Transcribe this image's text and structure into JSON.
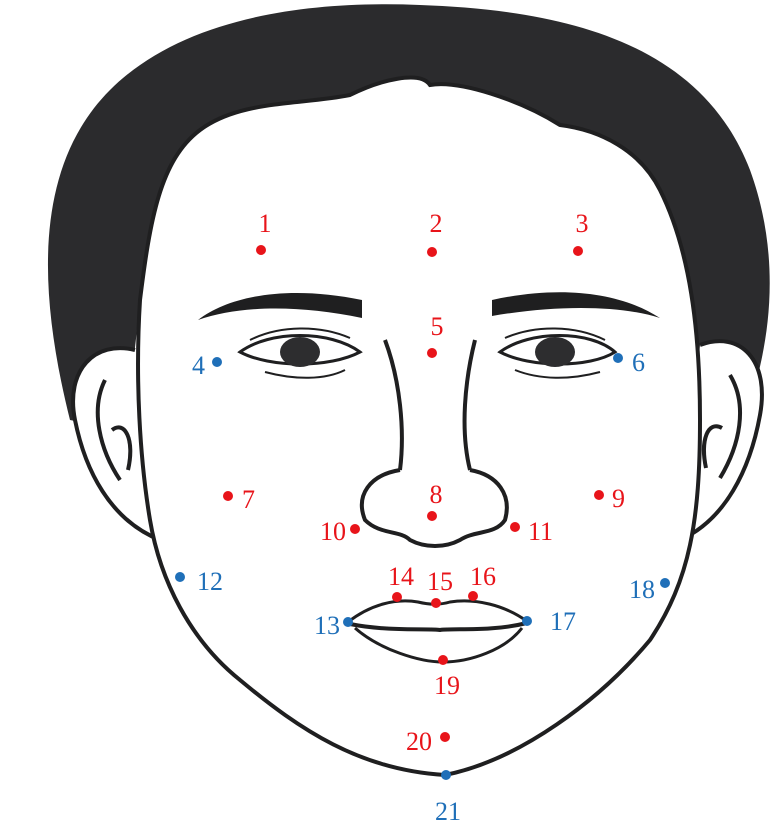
{
  "figure": {
    "subject": "face-landmarks",
    "colors": {
      "hair": "#2b2b2d",
      "skin": "#ffffff",
      "outline": "#1f1f20",
      "eye": "#2d2d2f",
      "red_landmark": "#e8141a",
      "blue_landmark": "#1f6fb8"
    }
  },
  "landmarks": [
    {
      "id": "1",
      "label": "1",
      "color": "red"
    },
    {
      "id": "2",
      "label": "2",
      "color": "red"
    },
    {
      "id": "3",
      "label": "3",
      "color": "red"
    },
    {
      "id": "4",
      "label": "4",
      "color": "blue"
    },
    {
      "id": "5",
      "label": "5",
      "color": "red"
    },
    {
      "id": "6",
      "label": "6",
      "color": "blue"
    },
    {
      "id": "7",
      "label": "7",
      "color": "red"
    },
    {
      "id": "8",
      "label": "8",
      "color": "red"
    },
    {
      "id": "9",
      "label": "9",
      "color": "red"
    },
    {
      "id": "10",
      "label": "10",
      "color": "red"
    },
    {
      "id": "11",
      "label": "11",
      "color": "red"
    },
    {
      "id": "12",
      "label": "12",
      "color": "blue"
    },
    {
      "id": "13",
      "label": "13",
      "color": "blue"
    },
    {
      "id": "14",
      "label": "14",
      "color": "red"
    },
    {
      "id": "15",
      "label": "15",
      "color": "red"
    },
    {
      "id": "16",
      "label": "16",
      "color": "red"
    },
    {
      "id": "17",
      "label": "17",
      "color": "blue"
    },
    {
      "id": "18",
      "label": "18",
      "color": "blue"
    },
    {
      "id": "19",
      "label": "19",
      "color": "red"
    },
    {
      "id": "20",
      "label": "20",
      "color": "red"
    },
    {
      "id": "21",
      "label": "21",
      "color": "blue"
    }
  ]
}
